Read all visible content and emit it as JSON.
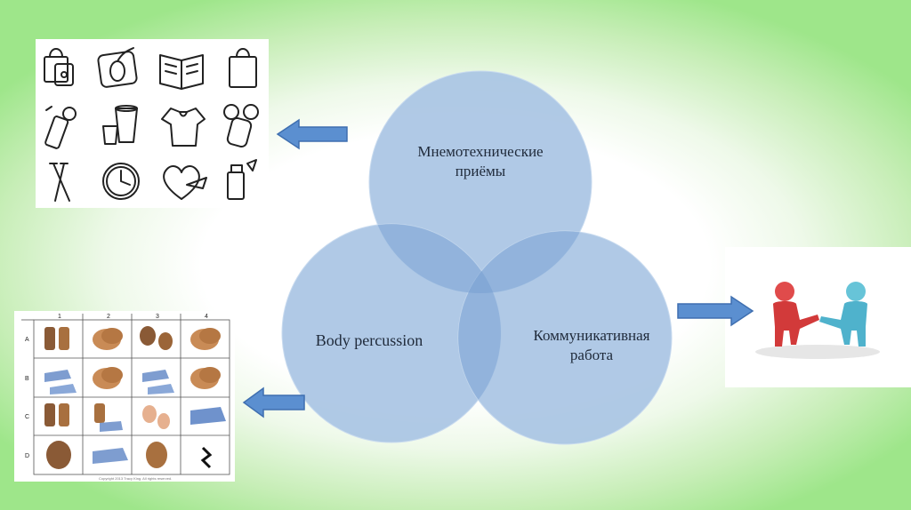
{
  "diagram": {
    "circles": [
      {
        "id": "mnemo",
        "label": "Мнемотехнические приёмы"
      },
      {
        "id": "body",
        "label": "Body percussion"
      },
      {
        "id": "comm",
        "label": "Коммуникативная работа"
      }
    ],
    "colors": {
      "circle_fill": "#a7c3e3",
      "circle_stroke": "#c9dbef",
      "overlap": "#7fa6d6",
      "arrow_fill": "#5b8fd0",
      "arrow_stroke": "#3f6fb0"
    }
  },
  "grid": {
    "columns": [
      "1",
      "2",
      "3",
      "4"
    ],
    "rows": [
      "A",
      "B",
      "C",
      "D"
    ],
    "copyright": "Copyright 2013 Tracy King. All rights reserved."
  },
  "icons": [
    "shopping-bag-icon",
    "mouse-icon",
    "book-icon",
    "bag-icon",
    "lighter-icon",
    "cups-icon",
    "tshirt-icon",
    "mirror-icon",
    "pens-icon",
    "clock-icon",
    "heart-icon",
    "lighter-icon"
  ]
}
